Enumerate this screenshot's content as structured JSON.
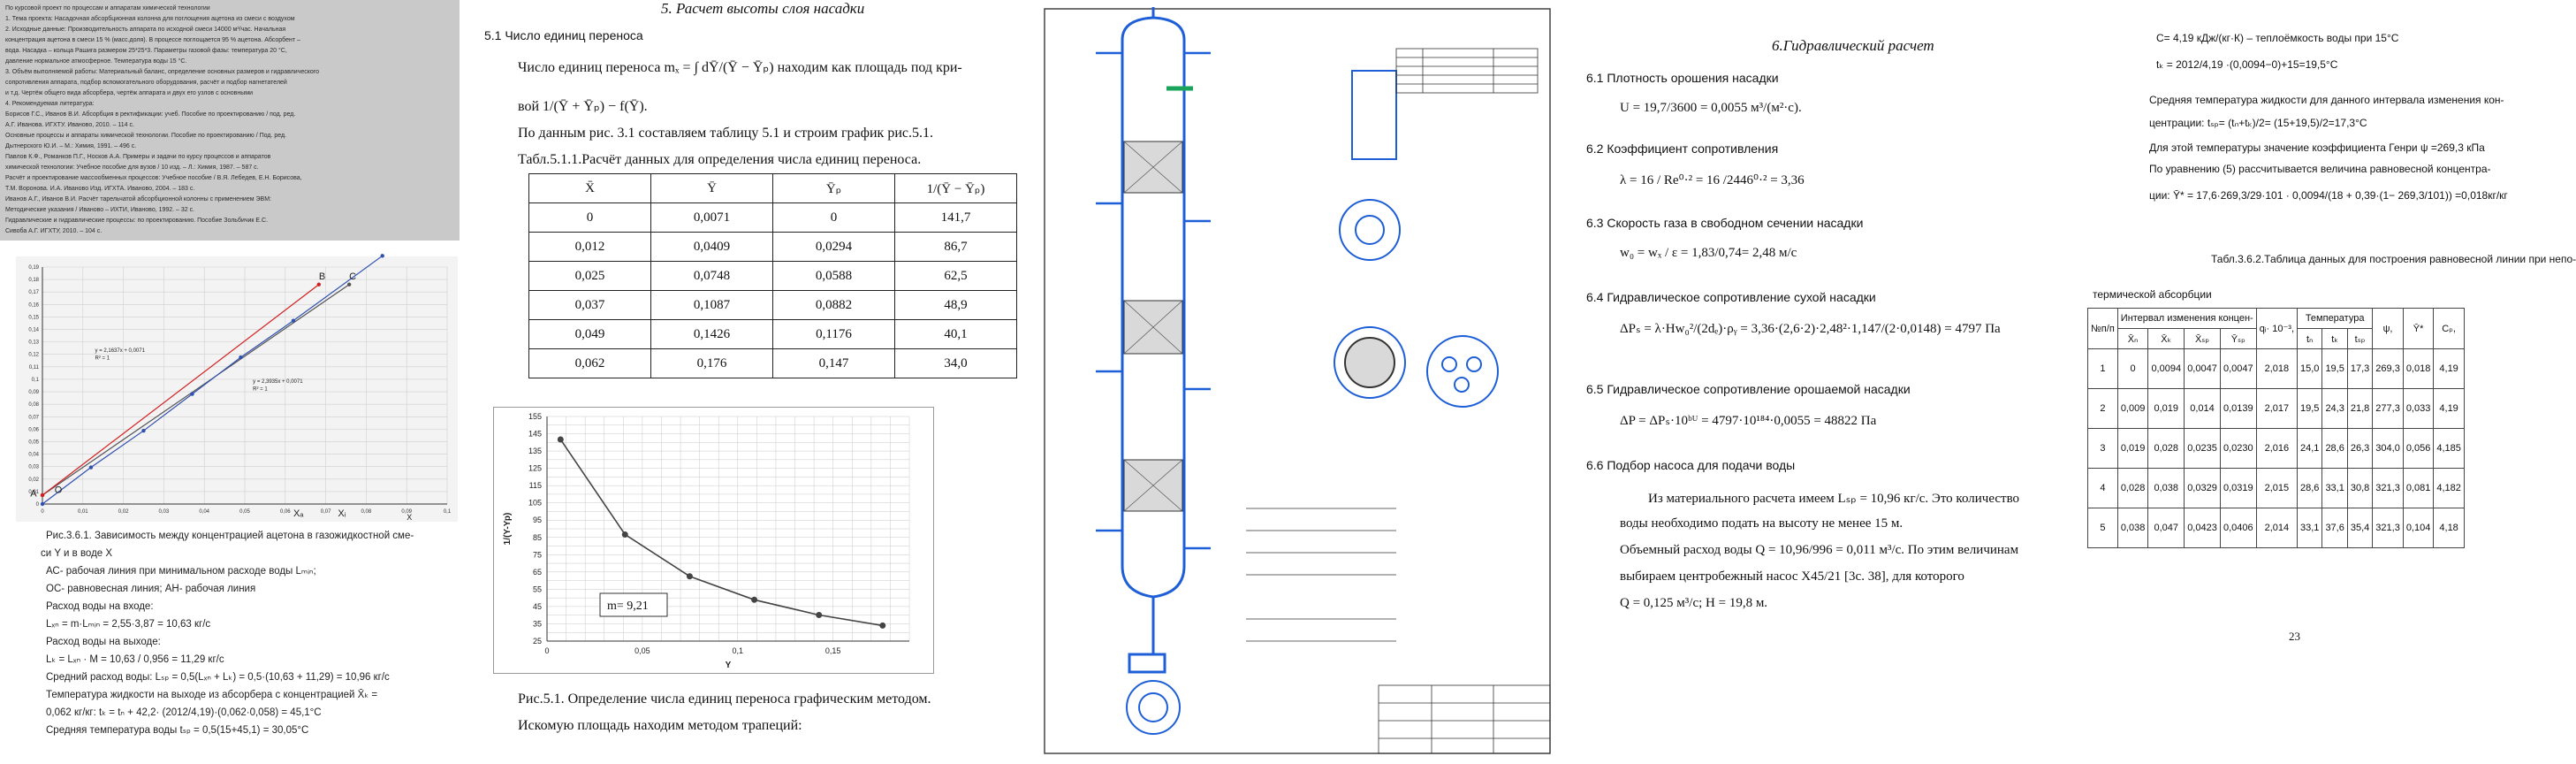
{
  "panel1": {
    "top_lines": [
      "По курсовой проект по процессам и аппаратам химической технологии",
      "1. Тема проекта: Насадочная абсорбционная колонна для поглощения ацетона из смеси с воздухом",
      "2. Исходные данные: Производительность аппарата по исходной смеси 14000 м³/час. Начальная",
      "концентрация ацетона в смеси 15 % (масс.доля). В процессе поглощается 95 % ацетона. Абсорбент –",
      "вода. Насадка – кольца Рашига размером 25*25*3. Параметры газовой фазы: температура 20 °С,",
      "давление нормальное атмосферное. Температура воды 15 °С.",
      "3. Объём выполняемой работы: Материальный баланс, определение основных размеров и гидравлического",
      "сопротивления аппарата, подбор вспомогательного оборудования, расчёт и подбор нагнетателей",
      "и т.д. Чертёж общего вида абсорбера, чертёж аппарата и двух его узлов с основными",
      "4. Рекомендуемая литература:",
      "Борисов Г.С., Иванов В.И. Абсорбция в ректификации: учеб. Пособие по проектированию / под. ред.",
      "А.Г. Иванова. ИГХТУ. Иваново, 2010. – 114 с.",
      "Основные процессы и аппараты химической технологии. Пособие по проектированию / Под. ред.",
      "Дытнерского Ю.И. – М.: Химия, 1991. – 496 с.",
      "Павлов К.Ф., Романков П.Г., Носков А.А. Примеры и задачи по курсу процессов и аппаратов",
      "химической технологии: Учебное пособие для вузов / 10 изд. – Л.: Химия, 1987. – 587 с.",
      "Расчёт и проектирование массообменных процессов: Учебное пособие / В.Я. Лебедев, Е.Н. Борисова,",
      "Т.М. Воронова. И.А. Иваново Изд. ИГХТА. Иваново, 2004. – 183 с.",
      "Иванов А.Г., Иванов В.И. Расчёт тарельчатой абсорбционной колонны с применением ЭВМ:",
      "Методические указания / Иваново – ИХТИ, Иваново, 1992. – 32 с.",
      "Гидравлические и гидравлические процессы: по проектированию. Пособие Зольбичик Е.С.",
      "Сивоба А.Г. ИГХТУ, 2010. – 104 с."
    ],
    "chart_data": {
      "type": "line",
      "title": "",
      "xlabel": "X",
      "ylabel": "",
      "xlim": [
        0,
        0.1
      ],
      "ylim": [
        0,
        0.19
      ],
      "x_ticks": [
        "0",
        "0,01",
        "0,02",
        "0,03",
        "0,04",
        "0,05",
        "0,06",
        "0,07",
        "0,08",
        "0,09",
        "0,1"
      ],
      "y_ticks": [
        "0",
        "0,01",
        "0,02",
        "0,03",
        "0,04",
        "0,05",
        "0,06",
        "0,07",
        "0,08",
        "0,09",
        "0,1",
        "0,11",
        "0,12",
        "0,13",
        "0,14",
        "0,15",
        "0,16",
        "0,17",
        "0,18",
        "0,19"
      ],
      "series": [
        {
          "name": "",
          "x": [
            0,
            0.0758
          ],
          "y": [
            0.0071,
            0.176
          ],
          "color": "#555555"
        },
        {
          "name": "",
          "x": [
            0,
            0.0683
          ],
          "y": [
            0.0071,
            0.176
          ],
          "color": "#d22020"
        },
        {
          "name": "",
          "x": [
            0,
            0.012,
            0.025,
            0.037,
            0.049,
            0.062,
            0.084
          ],
          "y": [
            0,
            0.0294,
            0.0588,
            0.0882,
            0.1176,
            0.147,
            0.199
          ],
          "color": "#3050b0"
        }
      ],
      "annotations": [
        {
          "text": "A",
          "x": -0.003,
          "y": 0.006
        },
        {
          "text": "O",
          "x": 0.003,
          "y": 0.009
        },
        {
          "text": "B",
          "x": 0.0683,
          "y": 0.18
        },
        {
          "text": "C",
          "x": 0.0758,
          "y": 0.18
        },
        {
          "text": "y = 2,1637x + 0,0071",
          "x": 0.013,
          "y": 0.122
        },
        {
          "text": "R² = 1",
          "x": 0.013,
          "y": 0.116
        },
        {
          "text": "y = 2,3935x + 0,0071",
          "x": 0.052,
          "y": 0.097
        },
        {
          "text": "R² = 1",
          "x": 0.052,
          "y": 0.091
        },
        {
          "text": "Xₐ",
          "x": 0.062,
          "y": -0.01
        },
        {
          "text": "Xᵢ",
          "x": 0.073,
          "y": -0.01
        }
      ]
    },
    "caption": "Рис.3.6.1. Зависимость между концентрацией ацетона в газожидкостной сме-",
    "caption2": "си Y и в воде X",
    "lines": [
      "АС- рабочая линия при минимальном расходе воды Lₘᵢₙ;",
      "ОС- равновесная линия; АН- рабочая линия",
      "Расход воды на входе:",
      "Lₓₙ = m·Lₘᵢₙ = 2,55·3,87 = 10,63 кг/с",
      "Расход воды на выходе:",
      "Lₖ = Lₓₙ · M = 10,63 / 0,956 = 11,29 кг/с",
      "Средний расход воды: Lₛₚ = 0,5(Lₓₙ + Lₖ) = 0,5·(10,63 + 11,29) = 10,96 кг/с",
      "Температура жидкости на выходе из абсорбера с концентрацией X̄ₖ =",
      "0,062 кг/кг: tₖ = tₙ + 42,2· (2012/4,19)·(0,062·0,058) = 45,1°С",
      "Средняя температура воды tₛₚ = 0,5(15+45,1) = 30,05°С"
    ]
  },
  "panel2": {
    "title": "5. Расчет высоты слоя насадки",
    "section": "5.1  Число единиц переноса",
    "para1": "Число единиц переноса mₓ = ∫ dȲ/(Ȳ − Ȳₚ) находим как площадь под кри-",
    "para2": "вой        1/(Ȳ + Ȳₚ) − f(Ȳ).",
    "para3": "По данным рис. 3.1 составляем таблицу 5.1 и строим график рис.5.1.",
    "table_caption": "Табл.5.1.1.Расчёт данных для определения числа единиц переноса.",
    "table_headers": [
      "X̄",
      "Ȳ",
      "Ȳₚ",
      "1/(Ȳ − Ȳₚ)"
    ],
    "table_rows": [
      [
        "0",
        "0,0071",
        "0",
        "141,7"
      ],
      [
        "0,012",
        "0,0409",
        "0,0294",
        "86,7"
      ],
      [
        "0,025",
        "0,0748",
        "0,0588",
        "62,5"
      ],
      [
        "0,037",
        "0,1087",
        "0,0882",
        "48,9"
      ],
      [
        "0,049",
        "0,1426",
        "0,1176",
        "40,1"
      ],
      [
        "0,062",
        "0,176",
        "0,147",
        "34,0"
      ]
    ],
    "chart_data": {
      "type": "line",
      "title": "",
      "xlabel": "Y",
      "ylabel": "1/(Y-Yp)",
      "xlim": [
        0,
        0.19
      ],
      "ylim": [
        25,
        155
      ],
      "x_ticks": [
        "0",
        "0,05",
        "0,1",
        "0,15"
      ],
      "y_ticks": [
        "25",
        "35",
        "45",
        "55",
        "65",
        "75",
        "85",
        "95",
        "105",
        "115",
        "125",
        "135",
        "145",
        "155"
      ],
      "series": [
        {
          "name": "",
          "x": [
            0.0071,
            0.0409,
            0.0748,
            0.1087,
            0.1426,
            0.176
          ],
          "y": [
            141.7,
            86.7,
            62.5,
            48.9,
            40.1,
            34.0
          ],
          "color": "#444444"
        }
      ],
      "annotation": "m= 9,21"
    },
    "fig_caption": "Рис.5.1. Определение числа единиц переноса графическим методом.",
    "last_line": "Искомую площадь находим методом трапеций:"
  },
  "panel3": {
    "stamp_rows": [
      "",
      "",
      "",
      "",
      ""
    ]
  },
  "panel4": {
    "title": "6.Гидравлический расчет",
    "items": [
      {
        "num": "6.1",
        "head": "Плотность орошения насадки",
        "formula": "U = 19,7/3600 = 0,0055 м³/(м²·с)."
      },
      {
        "num": "6.2",
        "head": "Коэффициент сопротивления",
        "formula": "λ = 16 / Re⁰·² = 16 /2446⁰·² = 3,36"
      },
      {
        "num": "6.3",
        "head": "Скорость газа в свободном сечении насадки",
        "formula": "w₀ = wₓ / ε = 1,83/0,74= 2,48 м/с"
      },
      {
        "num": "6.4",
        "head": "Гидравлическое сопротивление сухой насадки",
        "formula": "ΔPₛ = λ·Hw₀²/(2dₑ)·ρᵧ = 3,36·(2,6·2)·2,48²·1,147/(2·0,0148) = 4797 Па"
      },
      {
        "num": "6.5",
        "head": "Гидравлическое сопротивление орошаемой насадки",
        "formula": "ΔP = ΔPₛ·10ᵇᵁ = 4797·10¹⁸⁴·0,0055 = 48822 Па"
      },
      {
        "num": "6.6",
        "head": "Подбор насоса для подачи воды",
        "formula": ""
      }
    ],
    "pump_lines": [
      "Из материального расчета имеем Lₛₚ = 10,96 кг/с. Это количество",
      "воды необходимо подать на высоту не менее 15 м.",
      "Объемный расход воды Q = 10,96/996 = 0,011 м³/с. По этим величинам",
      "выбираем  центробежный насос Х45/21 [3с. 38], для которого",
      "Q = 0,125 м³/с; Н = 19,8 м."
    ]
  },
  "panel5": {
    "lines": [
      "C= 4,19 кДж/(кг·К) – теплоёмкость воды при 15°С",
      "tₖ = 2012/4,19 ·(0,0094−0)+15=19,5°С",
      "Средняя температура жидкости для данного интервала изменения кон-",
      "центрации: tₛₚ= (tₙ+tₖ)/2= (15+19,5)/2=17,3°С",
      "Для этой температуры значение коэффициента Генри ψ =269,3 кПа",
      "По уравнению (5) рассчитывается величина равновесной концентра-",
      "ции: Ȳ* = 17,6·269,3/29·101 · 0,0094/(18 + 0,39·(1− 269,3/101)) =0,018кг/кг"
    ],
    "table_caption": "Табл.3.6.2.Таблица данных для построения равновесной линии при непо-",
    "table_caption2": "термической абсорбции",
    "table_head": [
      "№п/п",
      "Интервал изменения концен-",
      "qᵢ· 10⁻³,",
      "Температура",
      "ψ,",
      "Ȳ*",
      "Cₚ,"
    ],
    "table_sub": [
      "X̄ₙ",
      "X̄ₖ",
      "X̄ₛₚ",
      "Ȳₛₚ",
      "tₙ",
      "tₖ",
      "tₛₚ"
    ],
    "table_rows": [
      [
        "1",
        "0",
        "0,0094",
        "0,0047",
        "0,0047",
        "2,018",
        "15,0",
        "19,5",
        "17,3",
        "269,3",
        "0,018",
        "4,19"
      ],
      [
        "2",
        "0,009",
        "0,019",
        "0,014",
        "0,0139",
        "2,017",
        "19,5",
        "24,3",
        "21,8",
        "277,3",
        "0,033",
        "4,19"
      ],
      [
        "3",
        "0,019",
        "0,028",
        "0,0235",
        "0,0230",
        "2,016",
        "24,1",
        "28,6",
        "26,3",
        "304,0",
        "0,056",
        "4,185"
      ],
      [
        "4",
        "0,028",
        "0,038",
        "0,0329",
        "0,0319",
        "2,015",
        "28,6",
        "33,1",
        "30,8",
        "321,3",
        "0,081",
        "4,182"
      ],
      [
        "5",
        "0,038",
        "0,047",
        "0,0423",
        "0,0406",
        "2,014",
        "33,1",
        "37,6",
        "35,4",
        "321,3",
        "0,104",
        "4,18"
      ]
    ],
    "page_number": "23"
  }
}
